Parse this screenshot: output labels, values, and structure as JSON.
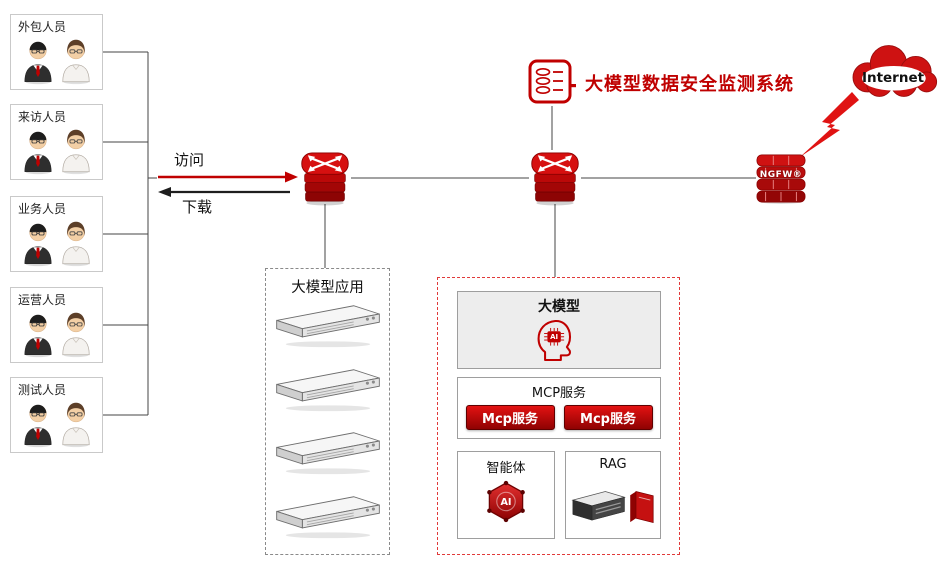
{
  "title": "大模型数据安全监测系统",
  "user_groups": [
    {
      "label": "外包人员"
    },
    {
      "label": "来访人员"
    },
    {
      "label": "业务人员"
    },
    {
      "label": "运营人员"
    },
    {
      "label": "测试人员"
    }
  ],
  "flows": {
    "access": "访问",
    "download": "下载"
  },
  "network": {
    "internet_label": "Internet",
    "firewall_label": "NGFW®"
  },
  "app_zone": {
    "title": "大模型应用",
    "server_count": 4
  },
  "model_zone": {
    "model_box_title": "大模型",
    "ai_chip_label": "AI",
    "mcp_box_title": "MCP服务",
    "mcp_buttons": [
      "Mcp服务",
      "Mcp服务"
    ],
    "agent_box_title": "智能体",
    "agent_ai_label": "AI",
    "rag_box_title": "RAG"
  },
  "icons": {
    "male-person-icon": "man in suit with red tie",
    "female-person-icon": "woman in white top",
    "switch-icon": "red network switch with crossing arrows",
    "security-monitor-icon": "red appliance with data rows",
    "internet-cloud-icon": "red cloud",
    "lightning-bolt-icon": "red lightning",
    "ngfw-firewall-icon": "red brick firewall stack",
    "server-rack-icon": "gray 1U rack server",
    "ai-head-icon": "red head profile with AI chip",
    "ai-hexagon-icon": "red hexagon with AI",
    "rag-server-icon": "dark storage server",
    "rag-book-icon": "red book"
  },
  "colors": {
    "accent": "#C00000",
    "dark_red": "#8B0000",
    "line": "#444444"
  }
}
